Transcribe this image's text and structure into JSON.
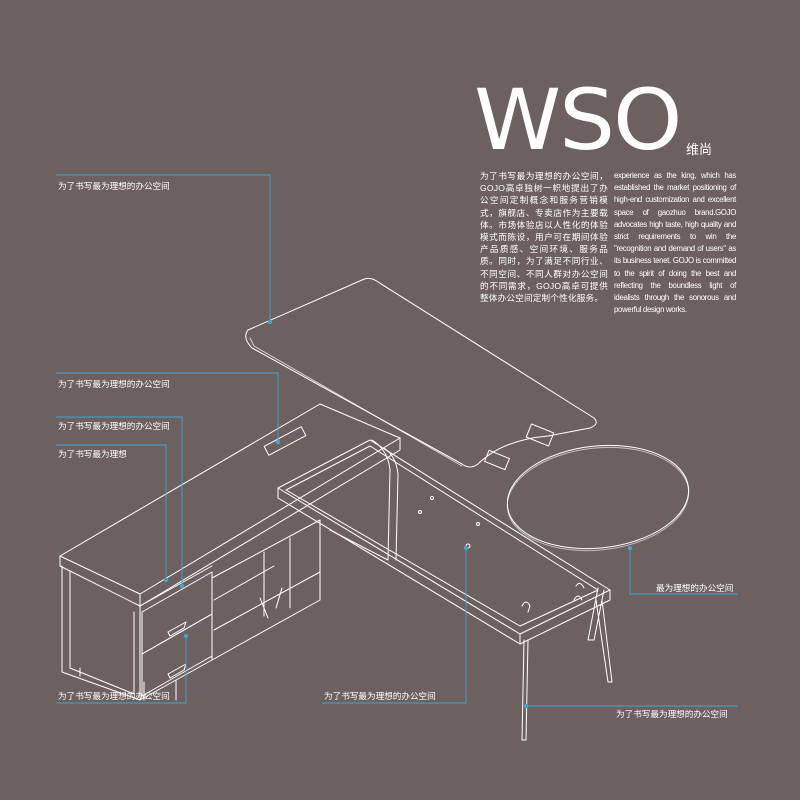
{
  "header": {
    "title": "WSO",
    "subtitle": "维尚"
  },
  "description": {
    "zh": "为了书写最为理想的办公空间，GOJO高卓独树一帜地提出了办公空间定制概念和服务营销模式，旗舰店、专卖店作为主要载体。市场体验店以人性化的体验模式而陈设，用户可在期间体验产品质感、空间环境、服务品质。同时，为了满足不同行业、不同空间、不同人群对办公空间的不同需求，GOJO高卓可提供整体办公空间定制个性化服务。",
    "en": "experience as the king, which has established the market positioning of high-end customization and excellent space of gaozhuo brand.GOJO advocates high taste, high quality and strict requirements to win the \"recognition and demand of users\" as its business tenet. GOJO is committed to the spirit of doing the best and reflecting the boundless light of idealists through the sonorous and powerful design works."
  },
  "callouts": [
    {
      "text": "为了书写最为理想的办公空间"
    },
    {
      "text": "为了书写最为理想的办公空间"
    },
    {
      "text": "为了书写最为理想的办公空间"
    },
    {
      "text": "为了书写最为理想"
    },
    {
      "text": "为了书写最为理想的办公空间"
    },
    {
      "text": "为了书写最为理想的办公空间"
    },
    {
      "text": "最为理想的办公空间"
    },
    {
      "text": "为了书写最为理想的办公空间"
    }
  ],
  "colors": {
    "background": "#6c615e",
    "line": "#ffffff",
    "leader": "#3aa7d8"
  }
}
